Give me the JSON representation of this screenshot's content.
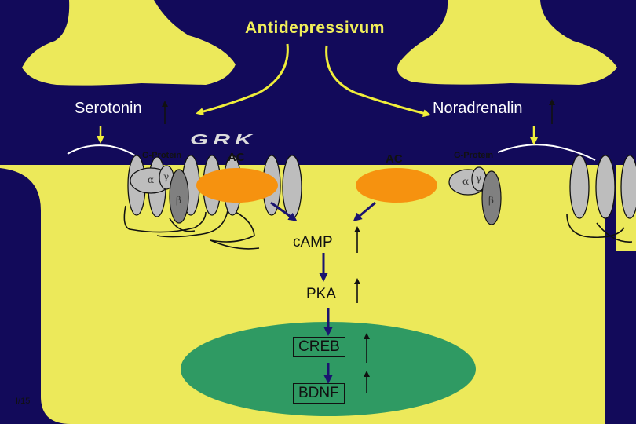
{
  "title": "Antidepressivum",
  "serotonin_label": "Serotonin",
  "noradrenalin_label": "Noradrenalin",
  "gprotein_left": "G-Protein",
  "gprotein_right": "G-Protein",
  "grk_label": "GRK",
  "ac_left": "AC",
  "ac_right": "AC",
  "alpha": "α",
  "gamma": "γ",
  "beta": "β",
  "camp_label": "cAMP",
  "pka_label": "PKA",
  "creb_label": "CREB",
  "bdnf_label": "BDNF",
  "slide_number": "I/15",
  "colors": {
    "background": "#120a5a",
    "cell": "#ece95a",
    "nucleus": "#2f9a63",
    "adenylate_cyclase": "#f6920f",
    "receptor": "#bdbdbd",
    "arrow_yellow": "#f0ee3a",
    "arrow_navy": "#1a1470"
  }
}
